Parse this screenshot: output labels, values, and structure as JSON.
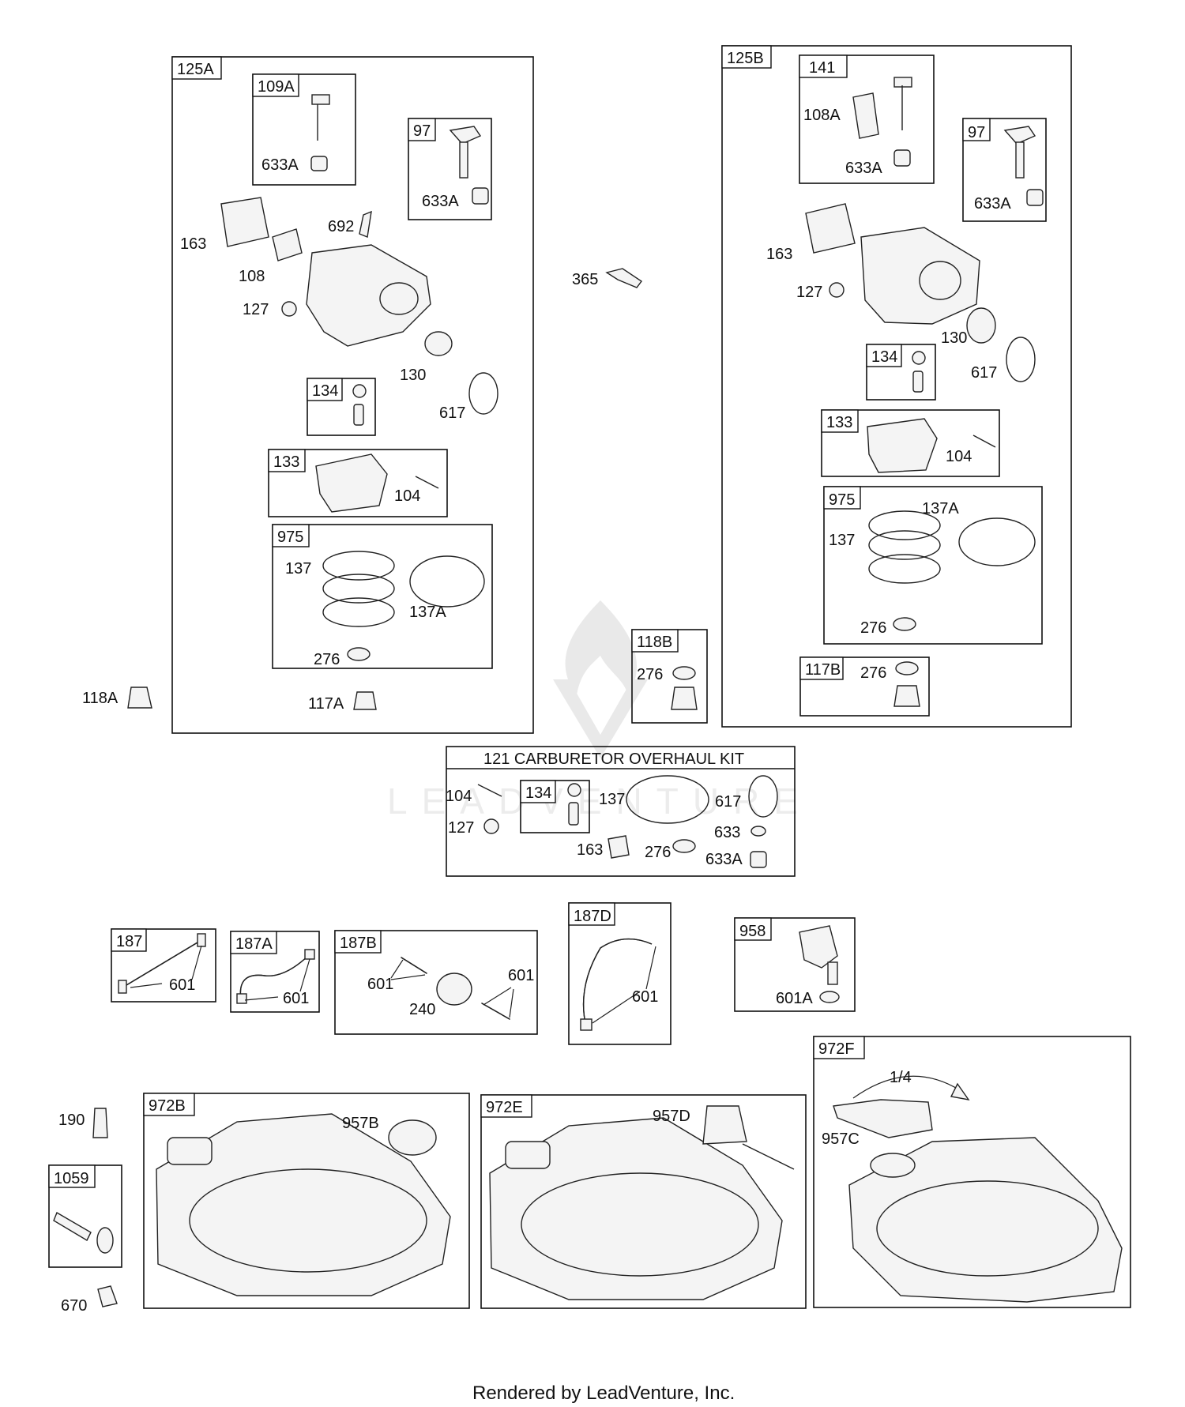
{
  "footer": "Rendered by LeadVenture, Inc.",
  "watermark": "LEADVENTURE",
  "kits": {
    "k125A": "125A",
    "k109A": "109A",
    "k97a": "97",
    "k134a": "134",
    "k133a": "133",
    "k975a": "975",
    "k125B": "125B",
    "k141": "141",
    "k97b": "97",
    "k134b": "134",
    "k133b": "133",
    "k975b": "975",
    "k118B": "118B",
    "k117B": "117B",
    "k121": "121 CARBURETOR OVERHAUL KIT",
    "k134c": "134",
    "k187": "187",
    "k187A": "187A",
    "k187B": "187B",
    "k187D": "187D",
    "k958": "958",
    "k972B": "972B",
    "k972E": "972E",
    "k972F": "972F",
    "k1059": "1059"
  },
  "labels": {
    "a633A_1": "633A",
    "a633A_2": "633A",
    "a163": "163",
    "a108": "108",
    "a692": "692",
    "a127": "127",
    "a130": "130",
    "a617": "617",
    "a104": "104",
    "a137": "137",
    "a137A": "137A",
    "a276": "276",
    "a117A": "117A",
    "a118A": "118A",
    "a365": "365",
    "b108A": "108A",
    "b633A_1": "633A",
    "b633A_2": "633A",
    "b163": "163",
    "b127": "127",
    "b130": "130",
    "b617": "617",
    "b104": "104",
    "b137A": "137A",
    "b137": "137",
    "b276": "276",
    "b276_117B": "276",
    "c276_118B": "276",
    "d104": "104",
    "d127": "127",
    "d137": "137",
    "d617": "617",
    "d633": "633",
    "d163": "163",
    "d276": "276",
    "d633A": "633A",
    "e601_187": "601",
    "e601_187A": "601",
    "e601_187B_1": "601",
    "e601_187B_2": "601",
    "e240": "240",
    "e601_187D": "601",
    "e601A": "601A",
    "f190": "190",
    "f957B": "957B",
    "f957D": "957D",
    "f957C": "957C",
    "f14": "1/4",
    "f670": "670"
  }
}
